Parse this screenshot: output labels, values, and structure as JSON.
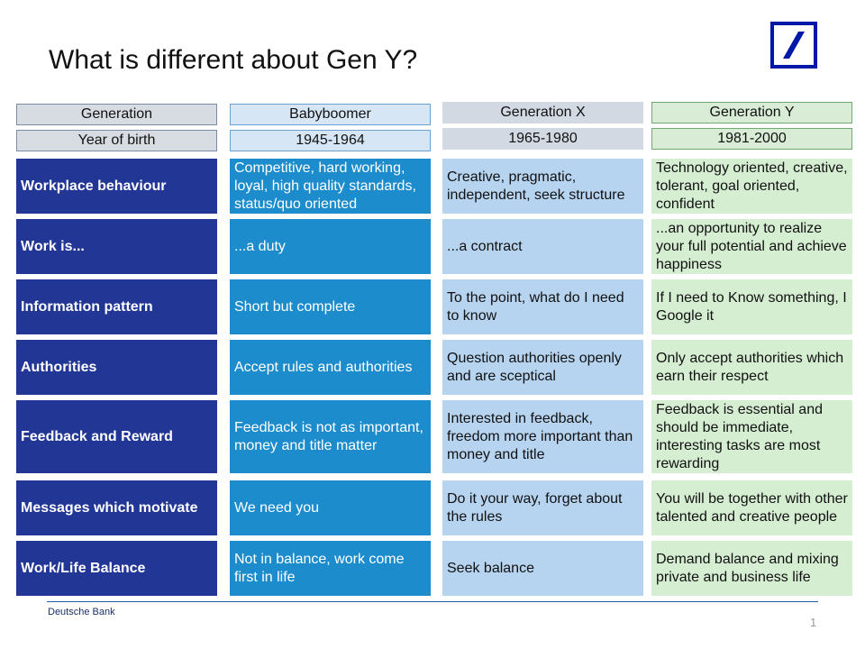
{
  "title": "What is different about Gen Y?",
  "brand": {
    "logo": "deutsche-bank-logo",
    "name": "Deutsche Bank"
  },
  "page_number": "1",
  "colors": {
    "label_bg": "#223695",
    "babyboomer_bg": "#1c8ccd",
    "genx_bg": "#b6d3ef",
    "geny_bg": "#d5eed2"
  },
  "table": {
    "headers": [
      "Generation",
      "Babyboomer",
      "Generation X",
      "Generation Y"
    ],
    "years": [
      "Year of birth",
      "1945-1964",
      "1965-1980",
      "1981-2000"
    ],
    "rows": [
      {
        "label": "Workplace behaviour",
        "babyboomer": "Competitive, hard working, loyal, high quality standards, status/quo oriented",
        "genx": "Creative, pragmatic, independent, seek structure",
        "geny": "Technology oriented, creative, tolerant, goal oriented, confident"
      },
      {
        "label": "Work is...",
        "babyboomer": "...a duty",
        "genx": "...a contract",
        "geny": "...an opportunity to realize your full potential and achieve happiness"
      },
      {
        "label": "Information pattern",
        "babyboomer": "Short but complete",
        "genx": "To the point, what do I need to know",
        "geny": "If I need to Know something, I Google it"
      },
      {
        "label": "Authorities",
        "babyboomer": "Accept rules and authorities",
        "genx": "Question authorities openly and are sceptical",
        "geny": "Only accept authorities which earn their respect"
      },
      {
        "label": "Feedback and Reward",
        "babyboomer": "Feedback is not as important, money and title matter",
        "genx": "Interested in feedback, freedom more important than money and title",
        "geny": "Feedback is essential and should be immediate, interesting tasks are most rewarding"
      },
      {
        "label": "Messages which motivate",
        "babyboomer": "We need you",
        "genx": "Do it your way, forget about the rules",
        "geny": "You will be together with other talented and creative people"
      },
      {
        "label": "Work/Life Balance",
        "babyboomer": "Not in balance, work come first in life",
        "genx": "Seek balance",
        "geny": "Demand balance and mixing private and business life"
      }
    ]
  }
}
